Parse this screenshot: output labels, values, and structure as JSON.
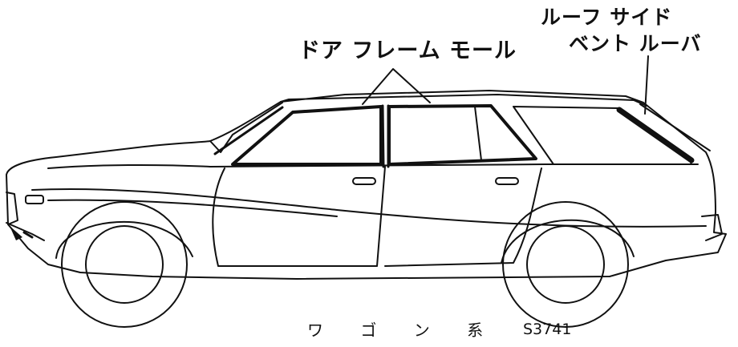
{
  "labels": {
    "door_frame_mold": "ドア フレーム モール",
    "roof_side_line1": "ルーフ サイド",
    "roof_side_line2": "ベント ルーバ"
  },
  "caption": "ワ ゴ ン 系",
  "figure_code": "S3741",
  "colors": {
    "line": "#111111",
    "background": "#ffffff"
  }
}
